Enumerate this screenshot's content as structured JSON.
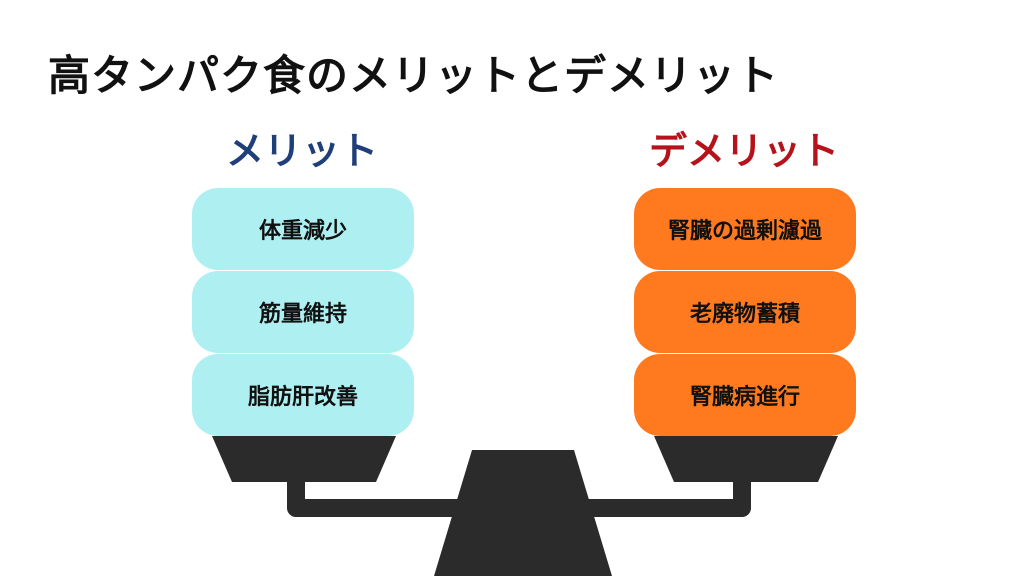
{
  "title": "高タンパク食のメリットとデメリット",
  "merit": {
    "heading": "メリット",
    "heading_color": "#1f3f7a",
    "block_color": "#aef0f2",
    "items": [
      "体重減少",
      "筋量維持",
      "脂肪肝改善"
    ]
  },
  "demerit": {
    "heading": "デメリット",
    "heading_color": "#b5121b",
    "block_color": "#ff7a1f",
    "items": [
      "腎臓の過剰濾過",
      "老廃物蓄積",
      "腎臓病進行"
    ]
  },
  "scale_color": "#2b2b2b"
}
